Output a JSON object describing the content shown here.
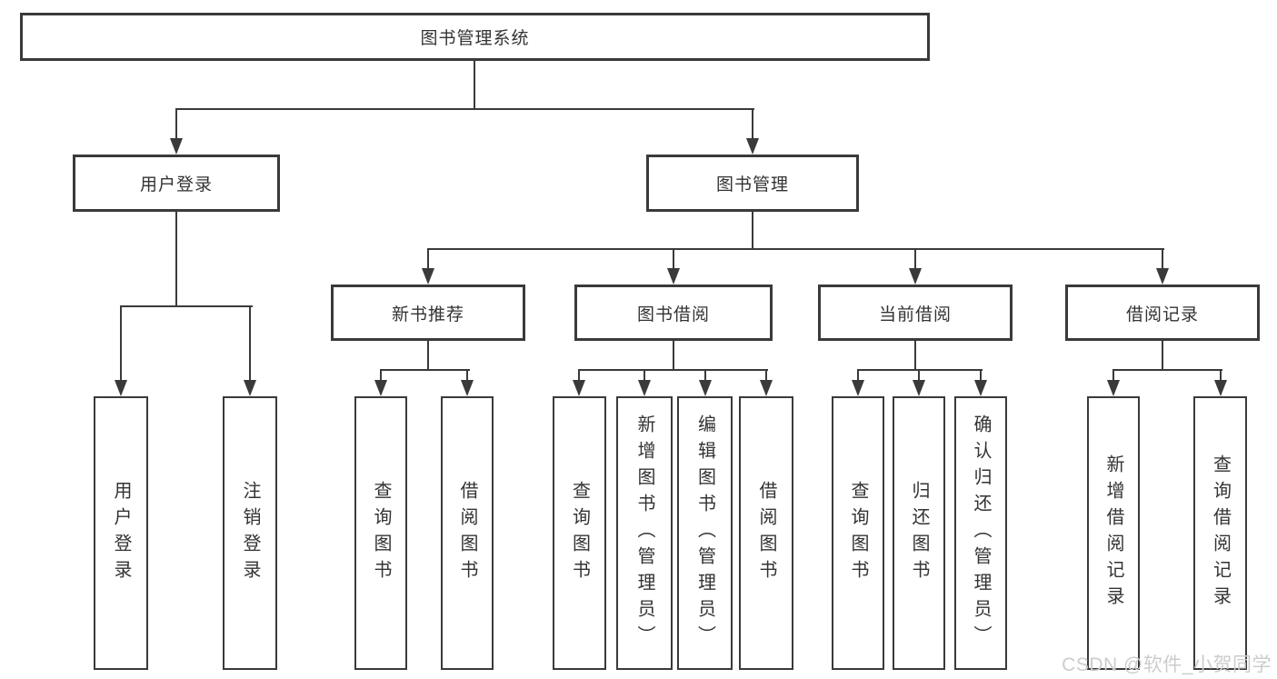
{
  "diagram": {
    "title": "图书管理系统",
    "branches": [
      {
        "label": "用户登录",
        "children": [
          "用户登录",
          "注销登录"
        ]
      },
      {
        "label": "图书管理",
        "groups": [
          {
            "label": "新书推荐",
            "children": [
              "查询图书",
              "借阅图书"
            ]
          },
          {
            "label": "图书借阅",
            "children": [
              "查询图书",
              "新增图书（管理员）",
              "编辑图书（管理员）",
              "借阅图书"
            ]
          },
          {
            "label": "当前借阅",
            "children": [
              "查询图书",
              "归还图书",
              "确认归还（管理员）"
            ]
          },
          {
            "label": "借阅记录",
            "children": [
              "新增借阅记录",
              "查询借阅记录"
            ]
          }
        ]
      }
    ]
  },
  "watermark": "CSDN @软件_小贺同学",
  "colors": {
    "line": "#3a3a3a",
    "text": "#333333",
    "watermark": "#cccccc",
    "background": "#ffffff"
  }
}
